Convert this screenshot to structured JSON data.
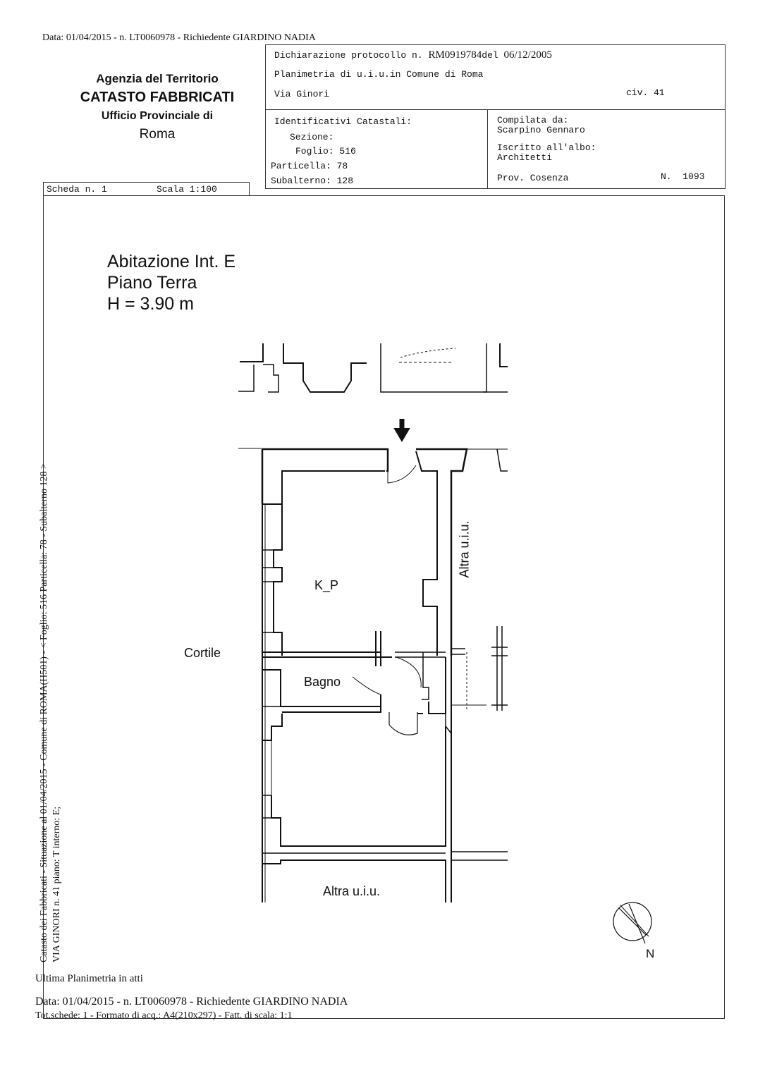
{
  "header_line": "Data: 01/04/2015 -  n. LT0060978 - Richiedente GIARDINO NADIA",
  "agency": {
    "name": "Agenzia del Territorio",
    "catasto": "CATASTO FABBRICATI",
    "ufficio": "Ufficio Provinciale di",
    "city": "Roma"
  },
  "protocol": {
    "dichiarazione_label": "Dichiarazione protocollo n.",
    "protocol_number": "RM0919784",
    "del_label": "del",
    "date": "06/12/2005",
    "planimetria": "Planimetria di u.i.u.in Comune di Roma",
    "via": "Via Ginori",
    "civ": "civ. 41"
  },
  "identificativi": {
    "title": "Identificativi Catastali:",
    "sezione": "Sezione:",
    "foglio": "Foglio: 516",
    "particella": "Particella: 78",
    "subalterno": "Subalterno: 128"
  },
  "compilata": {
    "label": "Compilata da:",
    "name": "Scarpino Gennaro",
    "iscritto": "Iscritto all'albo:",
    "albo": "Architetti",
    "prov": "Prov. Cosenza",
    "n_label": "N.",
    "n_value": "1093"
  },
  "scheda": {
    "scheda": "Scheda n. 1",
    "scala": "Scala 1:100"
  },
  "plan_title": {
    "line1": "Abitazione Int. E",
    "line2": "Piano Terra",
    "line3": "H = 3.90 m"
  },
  "plan_labels": {
    "kp": "K_P",
    "bagno": "Bagno",
    "cortile": "Cortile",
    "altra_right": "Altra u.i.u.",
    "altra_bottom": "Altra u.i.u.",
    "north": "N"
  },
  "side_text": {
    "line1": "Catasto dei Fabbricati - Situazione al 01/04/2015 - Comune di ROMA(H501) - < Foglio: 516 Particella: 78 - Subalterno 128 >",
    "line2": "VIA GINORI n. 41 piano: T interno: E;"
  },
  "footer": {
    "ultima": "Ultima Planimetria in atti",
    "data_line": "Data: 01/04/2015 -  n. LT0060978 - Richiedente GIARDINO NADIA",
    "tot_line": "Tot.schede: 1 - Formato di acq.: A4(210x297) - Fatt. di scala: 1:1"
  }
}
